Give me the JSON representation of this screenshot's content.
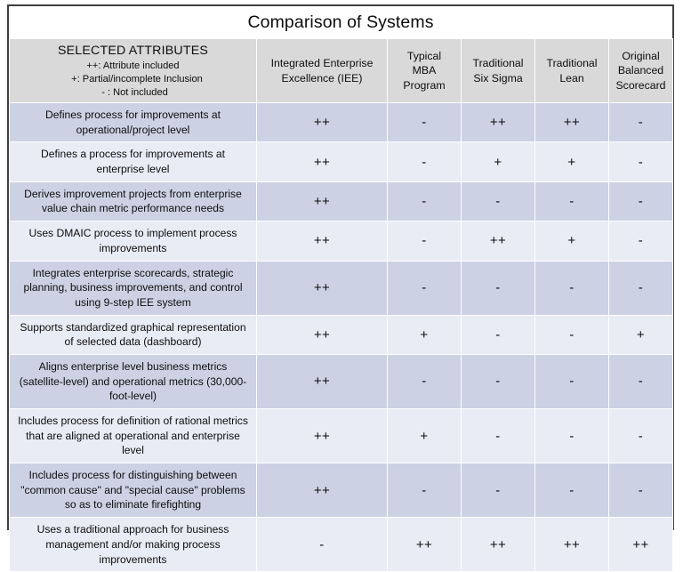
{
  "title": "Comparison of Systems",
  "header": {
    "attributes_title": "SELECTED ATTRIBUTES",
    "legend": [
      "++: Attribute included",
      "+: Partial/incomplete Inclusion",
      "- : Not included"
    ],
    "columns": [
      "Integrated Enterprise Excellence (IEE)",
      "Typical MBA Program",
      "Traditional Six Sigma",
      "Traditional Lean",
      "Original Balanced Scorecard"
    ],
    "columns_lines": [
      [
        "Integrated Enterprise",
        "Excellence (IEE)"
      ],
      [
        "Typical",
        "MBA",
        "Program"
      ],
      [
        "Traditional",
        "Six Sigma"
      ],
      [
        "Traditional",
        "Lean"
      ],
      [
        "Original",
        "Balanced",
        "Scorecard"
      ]
    ]
  },
  "rows": [
    {
      "attribute": "Defines process for improvements at operational/project level",
      "values": [
        "++",
        "-",
        "++",
        "++",
        "-"
      ]
    },
    {
      "attribute": "Defines a process for improvements at enterprise level",
      "values": [
        "++",
        "-",
        "+",
        "+",
        "-"
      ]
    },
    {
      "attribute": "Derives improvement projects from enterprise value chain metric performance needs",
      "values": [
        "++",
        "-",
        "-",
        "-",
        "-"
      ]
    },
    {
      "attribute": "Uses DMAIC process to implement process improvements",
      "values": [
        "++",
        "-",
        "++",
        "+",
        "-"
      ]
    },
    {
      "attribute": "Integrates enterprise scorecards, strategic planning, business improvements, and control using 9-step IEE system",
      "values": [
        "++",
        "-",
        "-",
        "-",
        "-"
      ]
    },
    {
      "attribute": "Supports standardized graphical representation of selected data (dashboard)",
      "values": [
        "++",
        "+",
        "-",
        "-",
        "+"
      ]
    },
    {
      "attribute": "Aligns enterprise level business metrics (satellite-level) and operational metrics (30,000-foot-level)",
      "values": [
        "++",
        "-",
        "-",
        "-",
        "-"
      ]
    },
    {
      "attribute": "Includes process for definition of rational metrics that are aligned at operational and enterprise level",
      "values": [
        "++",
        "+",
        "-",
        "-",
        "-"
      ]
    },
    {
      "attribute": "Includes process for distinguishing between \"common cause\" and \"special cause\" problems so as to eliminate firefighting",
      "values": [
        "++",
        "-",
        "-",
        "-",
        "-"
      ]
    },
    {
      "attribute": "Uses a traditional approach for business management and/or making process improvements",
      "values": [
        "-",
        "++",
        "++",
        "++",
        "++"
      ]
    }
  ],
  "colors": {
    "header_fill": "#d9d9d9",
    "band_a": "#ccd2e4",
    "band_b": "#e8ecf5",
    "frame": "#3f3f3f",
    "text": "#0d0d0d"
  }
}
